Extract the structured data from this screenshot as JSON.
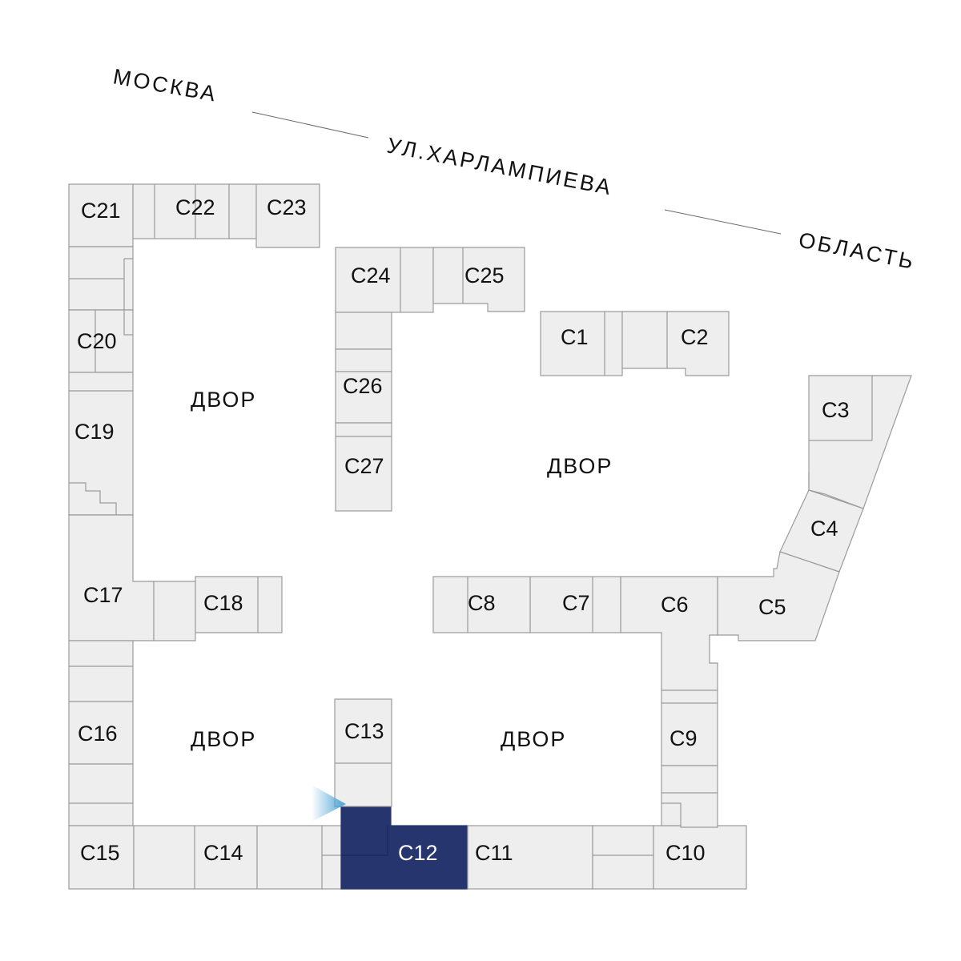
{
  "street": {
    "moscow": "МОСКВА",
    "name": "УЛ.ХАРЛАМПИЕВА",
    "region": "ОБЛАСТЬ"
  },
  "yards": [
    "ДВОР",
    "ДВОР",
    "ДВОР",
    "ДВОР"
  ],
  "sections": {
    "c1": "С1",
    "c2": "С2",
    "c3": "С3",
    "c4": "С4",
    "c5": "С5",
    "c6": "С6",
    "c7": "С7",
    "c8": "С8",
    "c9": "С9",
    "c10": "С10",
    "c11": "С11",
    "c12": "С12",
    "c13": "С13",
    "c14": "С14",
    "c15": "С15",
    "c16": "С16",
    "c17": "С17",
    "c18": "С18",
    "c19": "С19",
    "c20": "С20",
    "c21": "С21",
    "c22": "С22",
    "c23": "С23",
    "c24": "С24",
    "c25": "С25",
    "c26": "С26",
    "c27": "С27"
  },
  "selected_section": "С12",
  "colors": {
    "selected": "#27356e",
    "block": "#eeeeee",
    "outline": "#9b9b9b",
    "marker": "#4aa3d6"
  }
}
